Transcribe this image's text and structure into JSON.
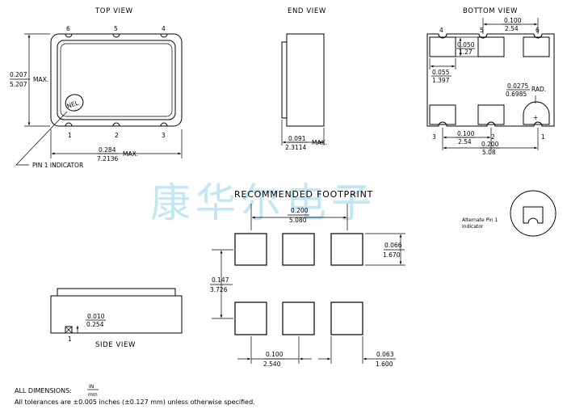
{
  "top_view": {
    "title": "TOP VIEW",
    "logo_text": "NEL",
    "pins_top": [
      "6",
      "5",
      "4"
    ],
    "pins_bottom": [
      "1",
      "2",
      "3"
    ],
    "height_in": "0.207",
    "height_mm": "5.207",
    "height_suffix": "MAX.",
    "width_in": "0.284",
    "width_mm": "7.2136",
    "width_suffix": "MAX.",
    "pin1_indicator": "PIN 1 INDICATOR"
  },
  "end_view": {
    "title": "END VIEW",
    "thickness_in": "0.091",
    "thickness_mm": "2.3114",
    "thickness_suffix": "MAX."
  },
  "bottom_view": {
    "title": "BOTTOM VIEW",
    "pins_top": [
      "4",
      "5",
      "6"
    ],
    "pins_bottom": [
      "3",
      "2",
      "1"
    ],
    "pitch_top_in": "0.100",
    "pitch_top_mm": "2.54",
    "pad_h_in": "0.050",
    "pad_h_mm": "1.27",
    "pad_w_in": "0.055",
    "pad_w_mm": "1.397",
    "radius_in": "0.0275",
    "radius_mm": "0.6985",
    "radius_suffix": "RAD.",
    "pitch_bottom_in": "0.100",
    "pitch_bottom_mm": "2.54",
    "span_in": "0.200",
    "span_mm": "5.08",
    "pin1_mark": "+"
  },
  "watermark": "康华尔电子",
  "footprint": {
    "title": "RECOMMENDED FOOTPRINT",
    "pitch_in": "0.200",
    "pitch_mm": "5.080",
    "pad_h_in": "0.066",
    "pad_h_mm": "1.670",
    "row_gap_in": "0.147",
    "row_gap_mm": "3.726",
    "col_pitch_in": "0.100",
    "col_pitch_mm": "2.540",
    "pad_w_in": "0.063",
    "pad_w_mm": "1.600"
  },
  "alternate": {
    "line1": "Alternate Pin 1",
    "line2": "Indicator"
  },
  "side_view": {
    "title": "SIDE VIEW",
    "pin_label": "1",
    "standoff_in": "0.010",
    "standoff_mm": "0.254"
  },
  "notes": {
    "dims_label": "ALL DIMENSIONS:",
    "unit_top": "IN",
    "unit_bottom": "mm",
    "tolerance": "All tolerances are ±0.005 inches (±0.127 mm) unless otherwise specified."
  }
}
